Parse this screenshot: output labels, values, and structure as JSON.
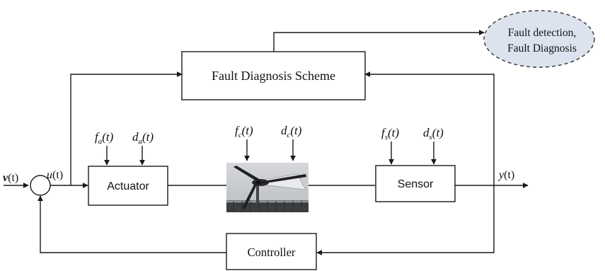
{
  "blocks": {
    "fault_diagnosis_scheme": "Fault Diagnosis Scheme",
    "fault_output_line1": "Fault detection,",
    "fault_output_line2": "Fault Diagnosis",
    "actuator": "Actuator",
    "sensor": "Sensor",
    "controller": "Controller"
  },
  "signals": {
    "reference": {
      "main": "v",
      "arg": "(t)"
    },
    "control": {
      "main": "u",
      "arg": "(t)"
    },
    "output": {
      "main": "y",
      "arg": "(t)"
    },
    "actuator_fault": {
      "main": "f",
      "sub": "a",
      "arg": "(t)"
    },
    "actuator_disturbance": {
      "main": "d",
      "sub": "a",
      "arg": "(t)"
    },
    "component_fault": {
      "main": "f",
      "sub": "c",
      "arg": "(t)"
    },
    "component_disturbance": {
      "main": "d",
      "sub": "c",
      "arg": "(t)"
    },
    "sensor_fault": {
      "main": "f",
      "sub": "s",
      "arg": "(t)"
    },
    "sensor_disturbance": {
      "main": "d",
      "sub": "s",
      "arg": "(t)"
    }
  },
  "images": {
    "plant": "wind-turbine-photo"
  },
  "colors": {
    "line": "#1a1a1a",
    "ellipse_fill": "#dde3ee",
    "sky": "#c9ccd0"
  }
}
